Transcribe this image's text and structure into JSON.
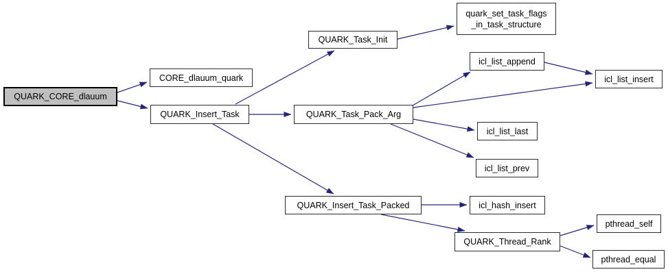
{
  "graph": {
    "type": "call-graph",
    "background_color": "#ffffff",
    "edge_color": "#24247f",
    "node_fill_color": "#ffffff",
    "node_border_color": "#2b2b2b",
    "highlighted_node_fill_color": "#bfbfbf",
    "text_color": "#000000",
    "nodes": [
      {
        "id": "QUARK_CORE_dlauum",
        "label": "QUARK_CORE_dlauum",
        "highlighted": true
      },
      {
        "id": "CORE_dlauum_quark",
        "label": "CORE_dlauum_quark",
        "highlighted": false
      },
      {
        "id": "QUARK_Insert_Task",
        "label": "QUARK_Insert_Task",
        "highlighted": false
      },
      {
        "id": "QUARK_Task_Init",
        "label": "QUARK_Task_Init",
        "highlighted": false
      },
      {
        "id": "quark_set_task_flags_in_task_structure",
        "label": "quark_set_task_flags\n_in_task_structure",
        "highlighted": false
      },
      {
        "id": "QUARK_Task_Pack_Arg",
        "label": "QUARK_Task_Pack_Arg",
        "highlighted": false
      },
      {
        "id": "icl_list_append",
        "label": "icl_list_append",
        "highlighted": false
      },
      {
        "id": "icl_list_insert",
        "label": "icl_list_insert",
        "highlighted": false
      },
      {
        "id": "icl_list_last",
        "label": "icl_list_last",
        "highlighted": false
      },
      {
        "id": "icl_list_prev",
        "label": "icl_list_prev",
        "highlighted": false
      },
      {
        "id": "QUARK_Insert_Task_Packed",
        "label": "QUARK_Insert_Task_Packed",
        "highlighted": false
      },
      {
        "id": "icl_hash_insert",
        "label": "icl_hash_insert",
        "highlighted": false
      },
      {
        "id": "QUARK_Thread_Rank",
        "label": "QUARK_Thread_Rank",
        "highlighted": false
      },
      {
        "id": "pthread_self",
        "label": "pthread_self",
        "highlighted": false
      },
      {
        "id": "pthread_equal",
        "label": "pthread_equal",
        "highlighted": false
      }
    ],
    "edges": [
      {
        "from": "QUARK_CORE_dlauum",
        "to": "CORE_dlauum_quark"
      },
      {
        "from": "QUARK_CORE_dlauum",
        "to": "QUARK_Insert_Task"
      },
      {
        "from": "QUARK_Insert_Task",
        "to": "QUARK_Task_Init"
      },
      {
        "from": "QUARK_Insert_Task",
        "to": "QUARK_Task_Pack_Arg"
      },
      {
        "from": "QUARK_Insert_Task",
        "to": "QUARK_Insert_Task_Packed"
      },
      {
        "from": "QUARK_Task_Init",
        "to": "quark_set_task_flags_in_task_structure"
      },
      {
        "from": "QUARK_Task_Pack_Arg",
        "to": "icl_list_append"
      },
      {
        "from": "QUARK_Task_Pack_Arg",
        "to": "icl_list_insert"
      },
      {
        "from": "QUARK_Task_Pack_Arg",
        "to": "icl_list_last"
      },
      {
        "from": "QUARK_Task_Pack_Arg",
        "to": "icl_list_prev"
      },
      {
        "from": "icl_list_append",
        "to": "icl_list_insert"
      },
      {
        "from": "QUARK_Insert_Task_Packed",
        "to": "icl_hash_insert"
      },
      {
        "from": "QUARK_Insert_Task_Packed",
        "to": "QUARK_Thread_Rank"
      },
      {
        "from": "QUARK_Thread_Rank",
        "to": "pthread_self"
      },
      {
        "from": "QUARK_Thread_Rank",
        "to": "pthread_equal"
      }
    ]
  }
}
